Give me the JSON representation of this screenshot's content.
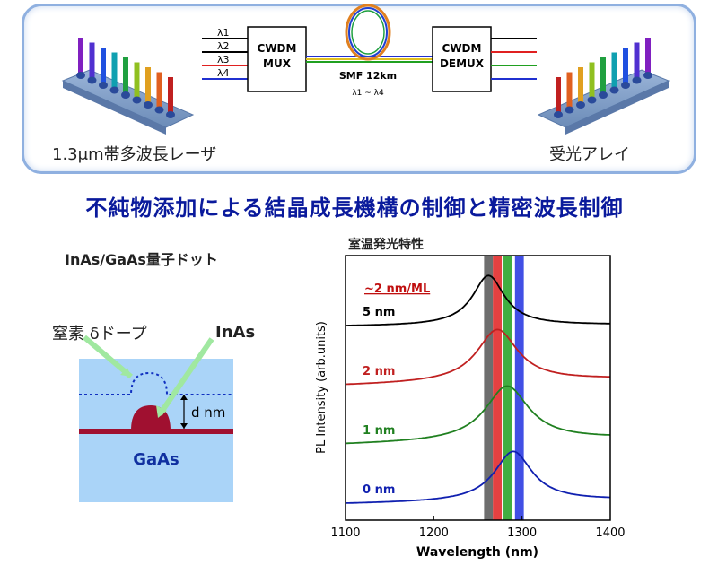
{
  "system": {
    "lambda_labels": [
      "λ1",
      "λ2",
      "λ3",
      "λ4"
    ],
    "mux_label": [
      "CWDM",
      "MUX"
    ],
    "demux_label": [
      "CWDM",
      "DEMUX"
    ],
    "fiber_label": "SMF 12km",
    "fiber_range": "λ1 ~ λ4",
    "laser_label": "1.3μm帯多波長レーザ",
    "receiver_label": "受光アレイ",
    "channel_colors": [
      "#000000",
      "#e02020",
      "#20a020",
      "#2030d0"
    ]
  },
  "main_title": "不純物添加による結晶成長機構の制御と精密波長制御",
  "structure": {
    "title": "InAs/GaAs量子ドット",
    "nitrogen_label": "窒素 δドープ",
    "inas_label": "InAs",
    "distance_label": "d nm",
    "substrate_label": "GaAs"
  },
  "chart_data": {
    "type": "line",
    "title": "室温発光特性",
    "xlabel": "Wavelength (nm)",
    "ylabel": "PL Intensity (arb.units)",
    "xlim": [
      1100,
      1400
    ],
    "xticks": [
      1100,
      1200,
      1300,
      1400
    ],
    "annotation": "~2 nm/ML",
    "bands": [
      {
        "center": 1262,
        "color": "#555555"
      },
      {
        "center": 1272,
        "color": "#e02020"
      },
      {
        "center": 1284,
        "color": "#20a020"
      },
      {
        "center": 1297,
        "color": "#2030e0"
      }
    ],
    "series": [
      {
        "name": "5 nm",
        "color": "#000000",
        "offset": 3,
        "peak": 1262,
        "width": 22,
        "height": 0.62,
        "base": 0.02
      },
      {
        "name": "2 nm",
        "color": "#c02020",
        "offset": 2,
        "peak": 1272,
        "width": 28,
        "height": 0.65,
        "base": 0.08
      },
      {
        "name": "1 nm",
        "color": "#208020",
        "offset": 1,
        "peak": 1283,
        "width": 30,
        "height": 0.68,
        "base": 0.08
      },
      {
        "name": "0 nm",
        "color": "#1020b0",
        "offset": 0,
        "peak": 1290,
        "width": 26,
        "height": 0.62,
        "base": 0.05
      }
    ]
  }
}
